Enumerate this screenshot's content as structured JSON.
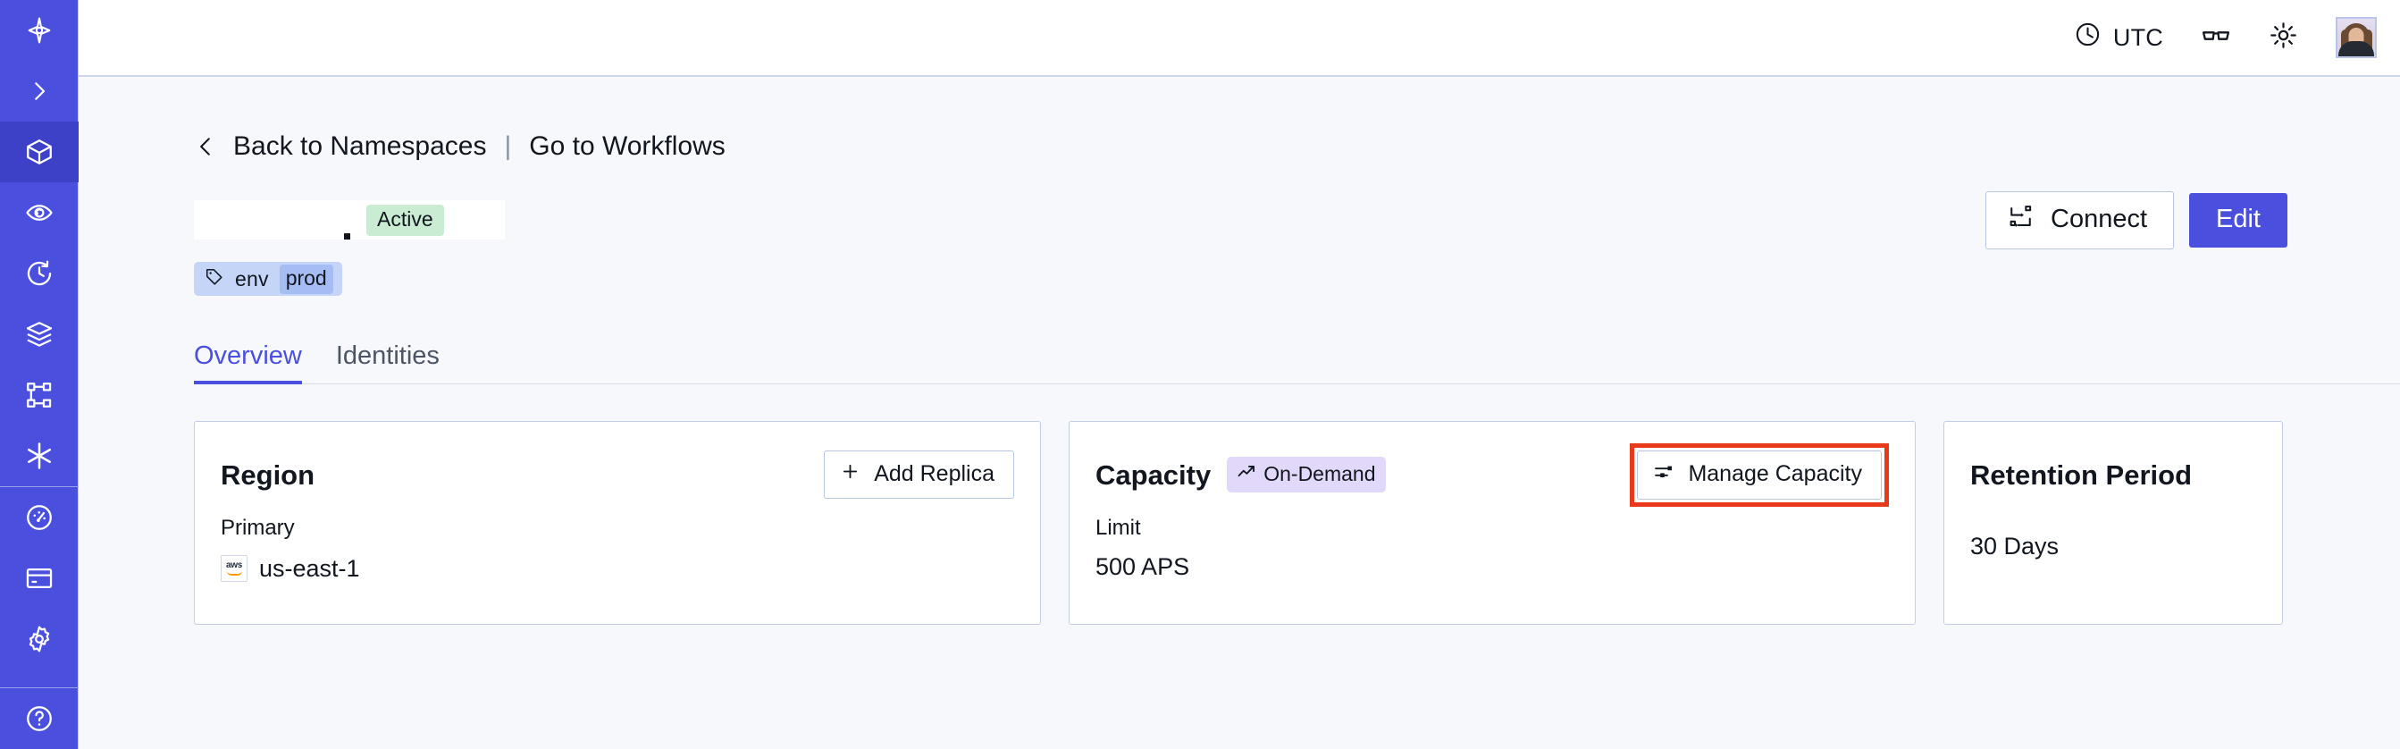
{
  "sidebar": {
    "items": [
      {
        "name": "temporal-logo-icon",
        "label": "Temporal"
      },
      {
        "name": "expand-chevron-icon",
        "label": "Expand"
      },
      {
        "name": "namespaces-cube-icon",
        "label": "Namespaces",
        "active": true
      },
      {
        "name": "observability-eye-icon",
        "label": "Observability"
      },
      {
        "name": "schedules-clock-icon",
        "label": "Schedules"
      },
      {
        "name": "layers-icon",
        "label": "Batch Operations"
      },
      {
        "name": "workflow-graph-icon",
        "label": "Workflows"
      },
      {
        "name": "asterisk-icon",
        "label": "Nexus"
      },
      {
        "name": "usage-gauge-icon",
        "label": "Usage"
      },
      {
        "name": "billing-card-icon",
        "label": "Billing"
      },
      {
        "name": "settings-gear-icon",
        "label": "Settings"
      },
      {
        "name": "help-circle-icon",
        "label": "Help"
      }
    ]
  },
  "topbar": {
    "timezone": "UTC",
    "clock_icon": "clock-icon",
    "glasses_icon": "glasses-icon",
    "theme_icon": "sun-icon",
    "avatar": "user-avatar"
  },
  "breadcrumb": {
    "back_label": "Back to Namespaces",
    "separator": "|",
    "forward_label": "Go to Workflows",
    "back_icon": "chevron-left-icon"
  },
  "namespace": {
    "name": "",
    "status_badge": "Active",
    "tag": {
      "key": "env",
      "value": "prod",
      "icon": "tag-icon"
    },
    "connect_label": "Connect",
    "connect_icon": "connect-icon",
    "edit_label": "Edit"
  },
  "tabs": [
    {
      "label": "Overview",
      "active": true
    },
    {
      "label": "Identities",
      "active": false
    }
  ],
  "cards": {
    "region": {
      "title": "Region",
      "action_label": "Add Replica",
      "action_icon": "plus-icon",
      "label": "Primary",
      "provider_icon": "aws-icon",
      "provider_text": "aws",
      "value": "us-east-1"
    },
    "capacity": {
      "title": "Capacity",
      "badge": "On-Demand",
      "badge_icon": "trend-up-icon",
      "action_label": "Manage Capacity",
      "action_icon": "sliders-icon",
      "action_highlighted": true,
      "label": "Limit",
      "value": "500 APS"
    },
    "retention": {
      "title": "Retention Period",
      "value": "30 Days"
    }
  },
  "colors": {
    "brand": "#4a4fde",
    "status_active_bg": "#c9ecd3",
    "badge_ondemand_bg": "#e2d8f9",
    "tag_bg": "#c5d5f8",
    "tag_value_bg": "#a6bdf4",
    "highlight_red": "#e8391a",
    "page_bg": "#f7f8fb"
  }
}
